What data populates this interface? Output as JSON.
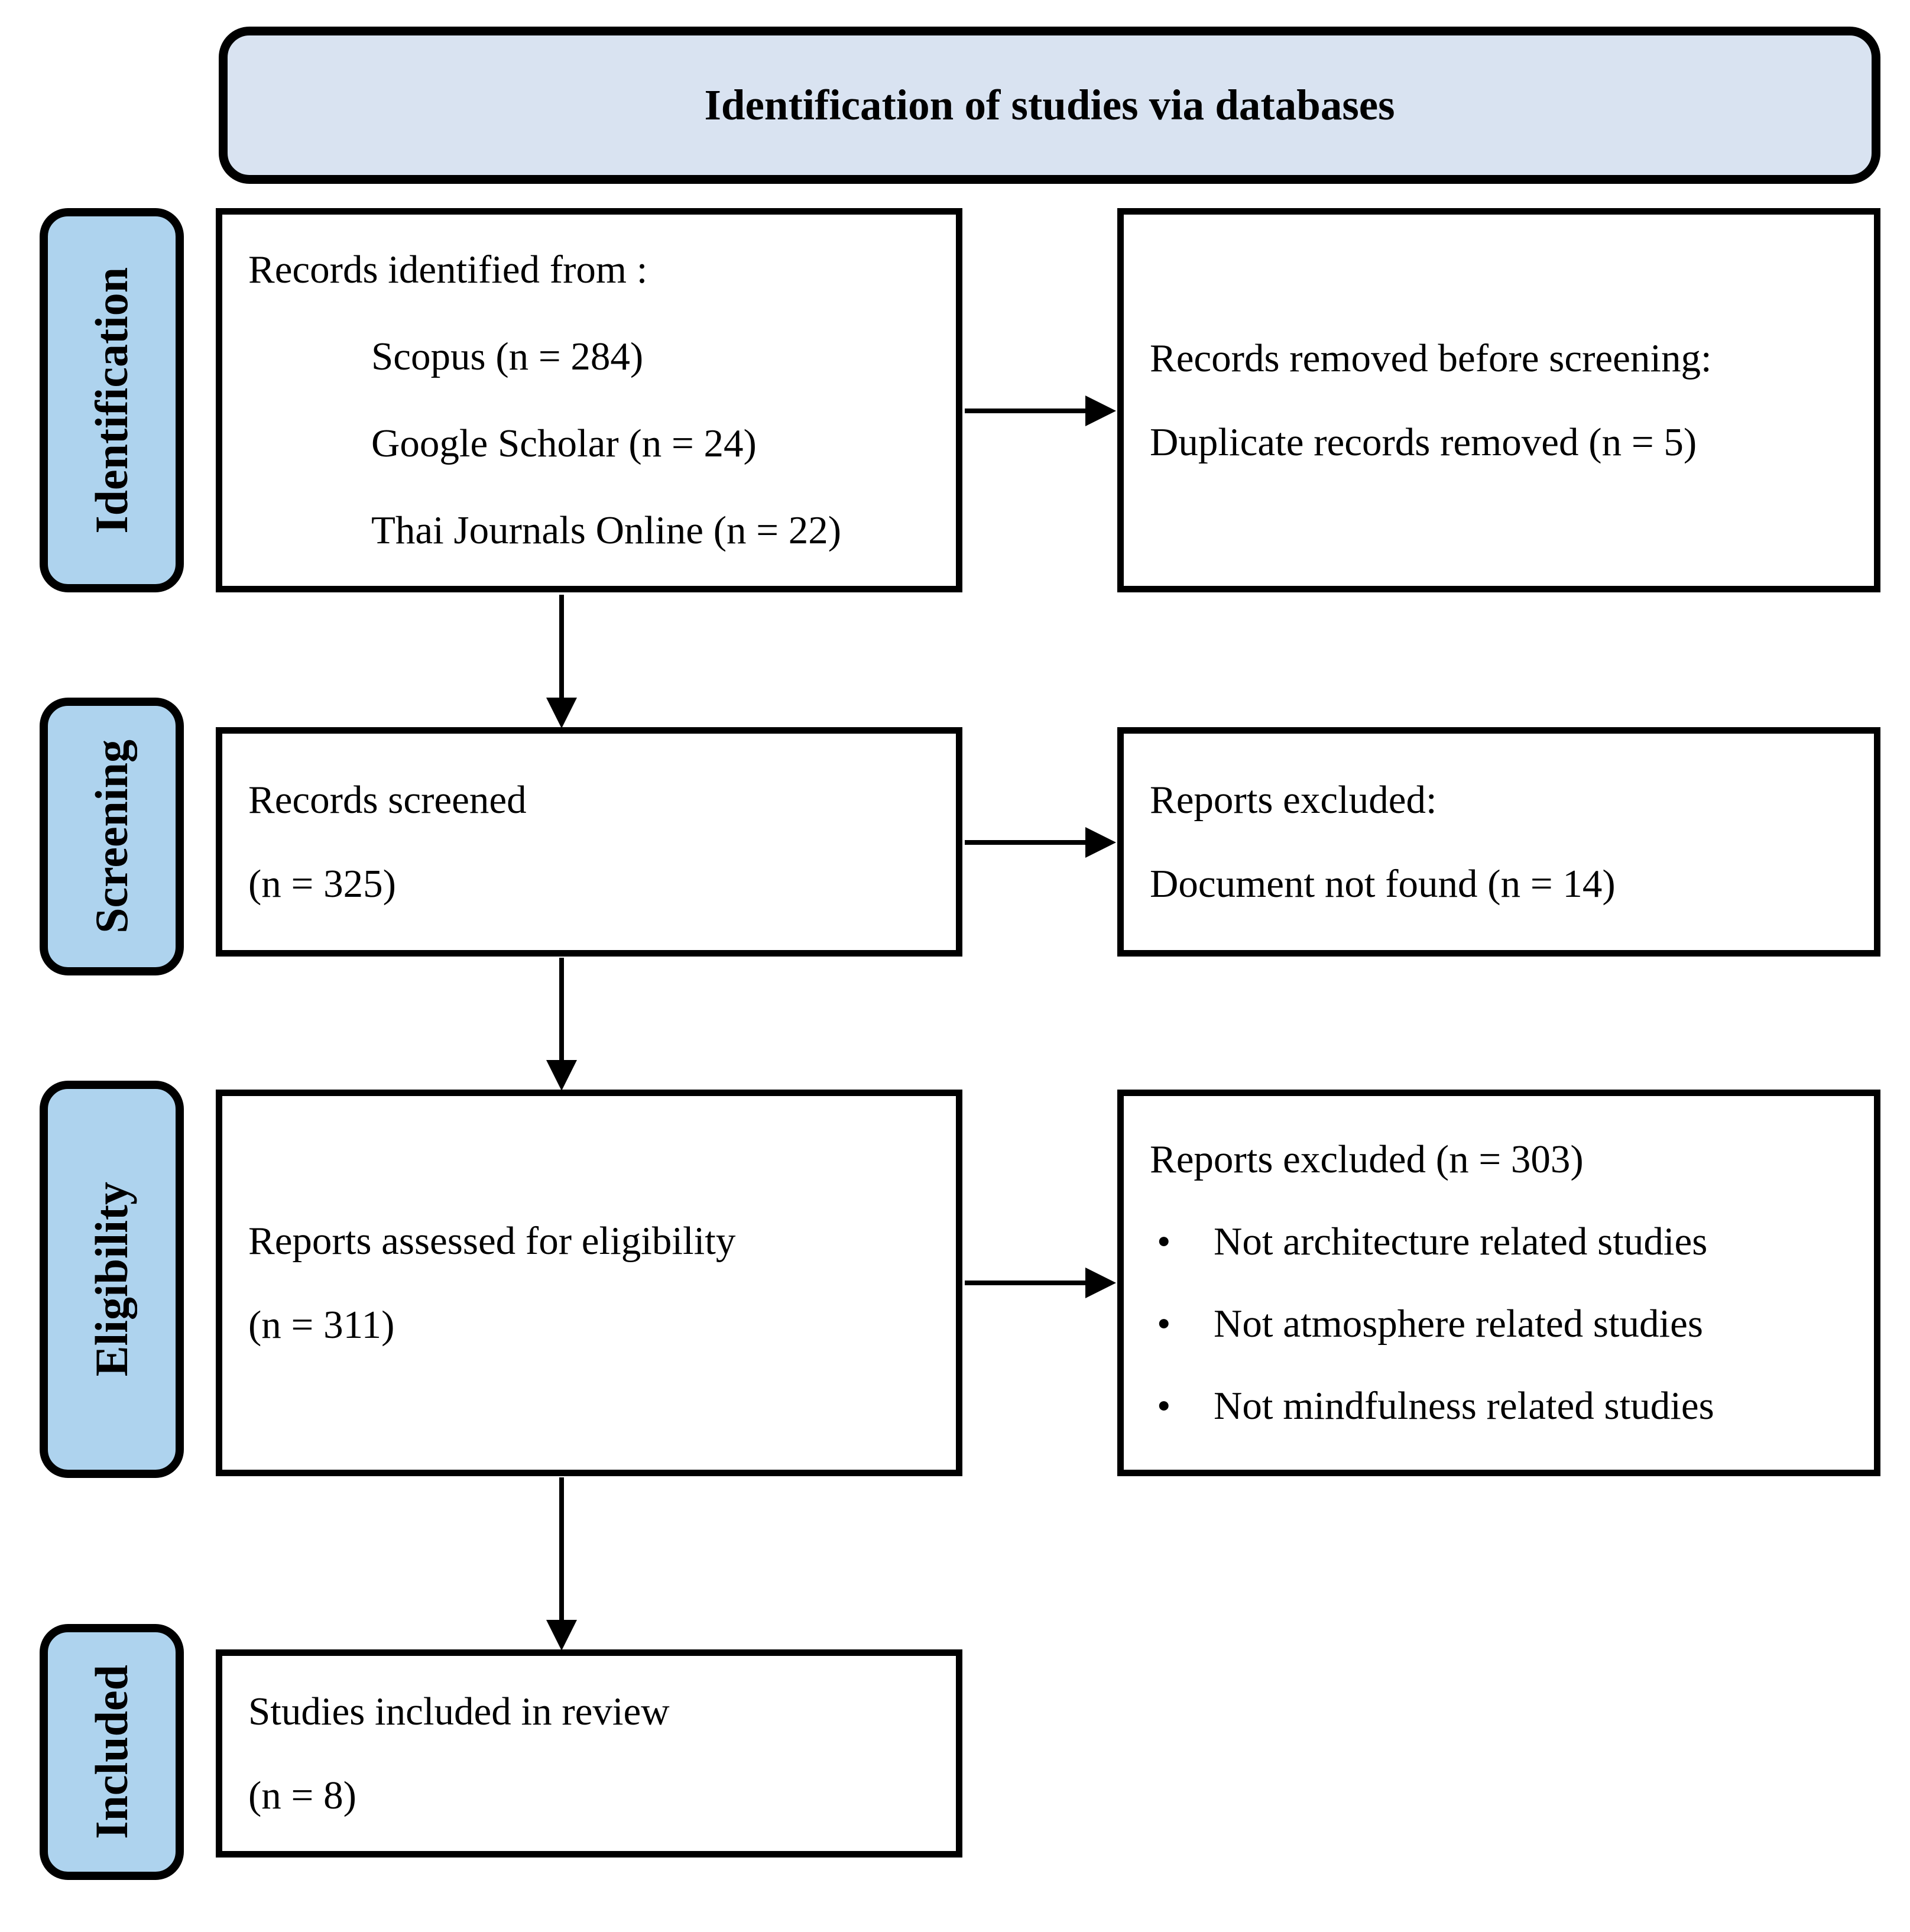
{
  "header": {
    "title": "Identification of studies via databases"
  },
  "sidebar": {
    "items": [
      {
        "label": "Identification"
      },
      {
        "label": "Screening"
      },
      {
        "label": "Eligibility"
      },
      {
        "label": "Included"
      }
    ]
  },
  "flow": {
    "records_identified": {
      "line1": "Records identified from :",
      "sources": [
        {
          "label": "Scopus (n = 284)"
        },
        {
          "label": "Google Scholar (n = 24)"
        },
        {
          "label": "Thai Journals Online (n = 22)"
        }
      ]
    },
    "records_removed": {
      "line1": "Records removed before screening:",
      "line2": "Duplicate records removed (n = 5)"
    },
    "records_screened": {
      "line1": "Records screened",
      "line2": "(n = 325)"
    },
    "reports_excluded_screening": {
      "line1": "Reports excluded:",
      "line2": "Document not found (n = 14)"
    },
    "reports_assessed": {
      "line1": "Reports assessed for eligibility",
      "line2": "(n = 311)"
    },
    "reports_excluded_eligibility": {
      "heading": "Reports excluded (n = 303)",
      "bullet_char": "•",
      "bullets": [
        {
          "text": "Not architecture related studies"
        },
        {
          "text": "Not atmosphere related studies"
        },
        {
          "text": "Not mindfulness related studies"
        }
      ]
    },
    "studies_included": {
      "line1": "Studies included in review",
      "line2": "(n = 8)"
    }
  },
  "colors": {
    "header_fill": "#D9E3F1",
    "sidebar_fill": "#AED3EE",
    "border": "#000000",
    "box_fill": "#FFFFFF"
  }
}
